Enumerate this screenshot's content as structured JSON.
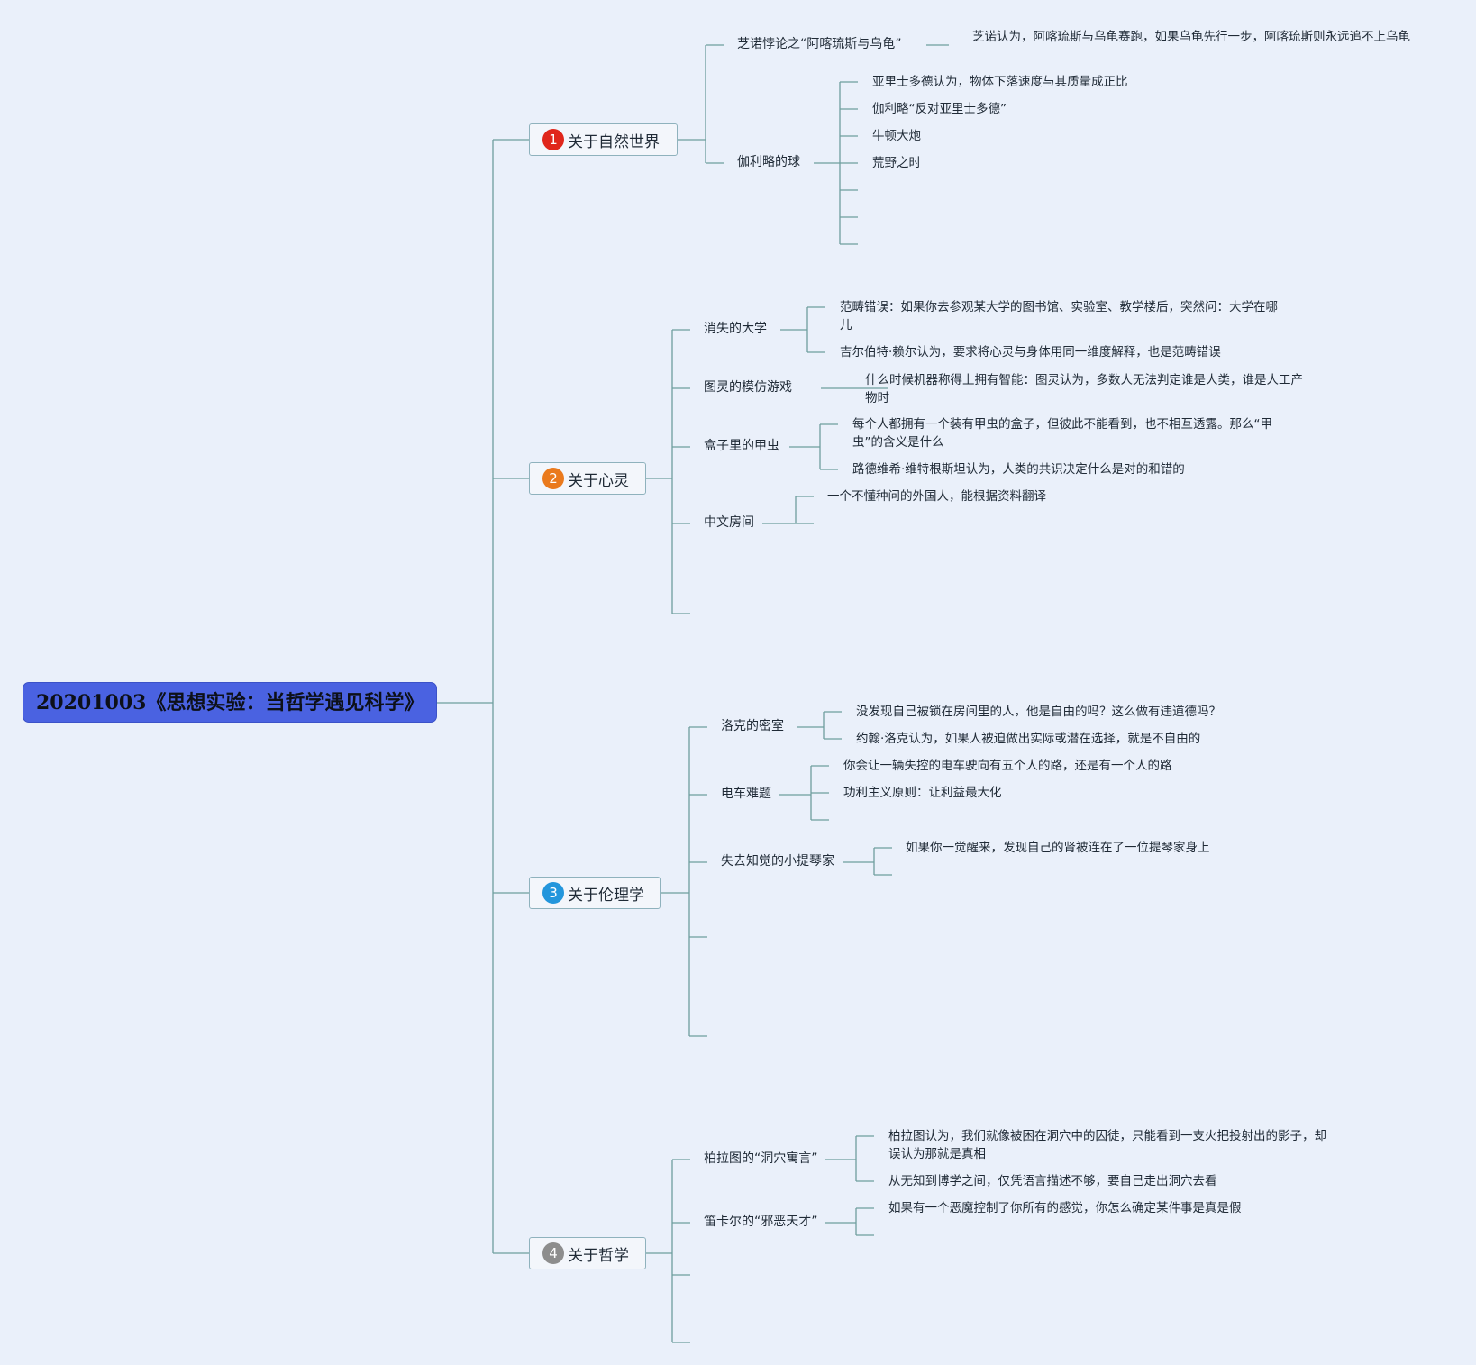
{
  "root": {
    "title": "20201003《思想实验：当哲学遇见科学》"
  },
  "colors": {
    "background": "#eaf0fa",
    "root_fill": "#4a62e1",
    "line": "#6e9e9e",
    "badge_1": "#e0261b",
    "badge_2": "#ea7a1d",
    "badge_3": "#2396dc",
    "badge_4": "#8d8d8d"
  },
  "topics": [
    {
      "badge": "1",
      "label": "关于自然世界",
      "children": [
        {
          "label": "芝诺悖论之“阿喀琉斯与乌龟”",
          "leaves": [
            "芝诺认为，阿喀琉斯与乌龟赛跑，如果乌龟先行一步，阿喀琉斯则永远追不上乌龟"
          ]
        },
        {
          "label": "伽利略的球",
          "leaves": [
            "亚里士多德认为，物体下落速度与其质量成正比",
            "伽利略“反对亚里士多德”",
            "牛顿大炮",
            "荒野之时"
          ]
        }
      ]
    },
    {
      "badge": "2",
      "label": "关于心灵",
      "children": [
        {
          "label": "消失的大学",
          "leaves": [
            "范畴错误：如果你去参观某大学的图书馆、实验室、教学楼后，突然问：大学在哪儿",
            "吉尔伯特·赖尔认为，要求将心灵与身体用同一维度解释，也是范畴错误"
          ]
        },
        {
          "label": "图灵的模仿游戏",
          "leaves": [
            "什么时候机器称得上拥有智能：图灵认为，多数人无法判定谁是人类，谁是人工产物时"
          ]
        },
        {
          "label": "盒子里的甲虫",
          "leaves": [
            "每个人都拥有一个装有甲虫的盒子，但彼此不能看到，也不相互透露。那么“甲虫”的含义是什么",
            "路德维希·维特根斯坦认为，人类的共识决定什么是对的和错的"
          ]
        },
        {
          "label": "中文房间",
          "leaves": [
            "一个不懂种问的外国人，能根据资料翻译"
          ]
        }
      ]
    },
    {
      "badge": "3",
      "label": "关于伦理学",
      "children": [
        {
          "label": "洛克的密室",
          "leaves": [
            "没发现自己被锁在房间里的人，他是自由的吗？这么做有违道德吗？",
            "约翰·洛克认为，如果人被迫做出实际或潜在选择，就是不自由的"
          ]
        },
        {
          "label": "电车难题",
          "leaves": [
            "你会让一辆失控的电车驶向有五个人的路，还是有一个人的路",
            "功利主义原则：让利益最大化"
          ]
        },
        {
          "label": "失去知觉的小提琴家",
          "leaves": [
            "如果你一觉醒来，发现自己的肾被连在了一位提琴家身上"
          ]
        }
      ]
    },
    {
      "badge": "4",
      "label": "关于哲学",
      "children": [
        {
          "label": "柏拉图的“洞穴寓言”",
          "leaves": [
            "柏拉图认为，我们就像被困在洞穴中的囚徒，只能看到一支火把投射出的影子，却误认为那就是真相",
            "从无知到博学之间，仅凭语言描述不够，要自己走出洞穴去看"
          ]
        },
        {
          "label": "笛卡尔的“邪恶天才”",
          "leaves": [
            "如果有一个恶魔控制了你所有的感觉，你怎么确定某件事是真是假"
          ]
        }
      ]
    }
  ]
}
